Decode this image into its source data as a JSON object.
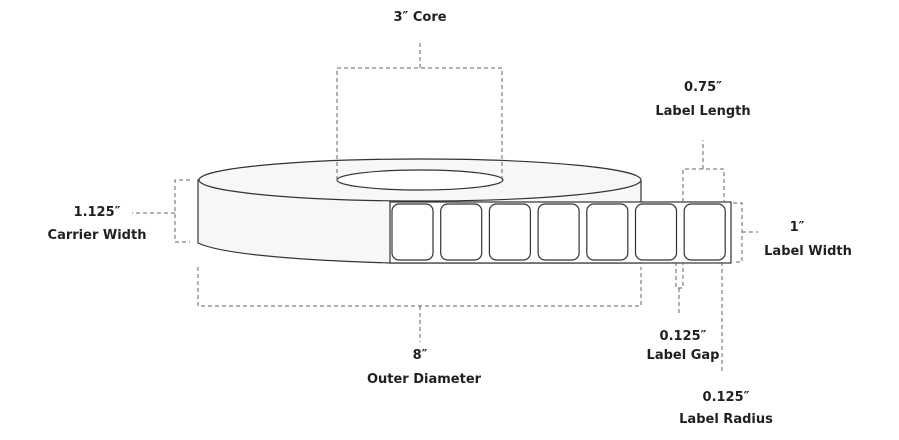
{
  "core": {
    "value": "3″",
    "label": "Core"
  },
  "label_length": {
    "value": "0.75″",
    "label": "Label Length"
  },
  "carrier_width": {
    "value": "1.125″",
    "label": "Carrier Width"
  },
  "label_width": {
    "value": "1″",
    "label": "Label Width"
  },
  "outer_diameter": {
    "value": "8″",
    "label": "Outer Diameter"
  },
  "label_gap": {
    "value": "0.125″",
    "label": "Label Gap"
  },
  "label_radius": {
    "value": "0.125″",
    "label": "Label Radius"
  },
  "label_count": 7
}
